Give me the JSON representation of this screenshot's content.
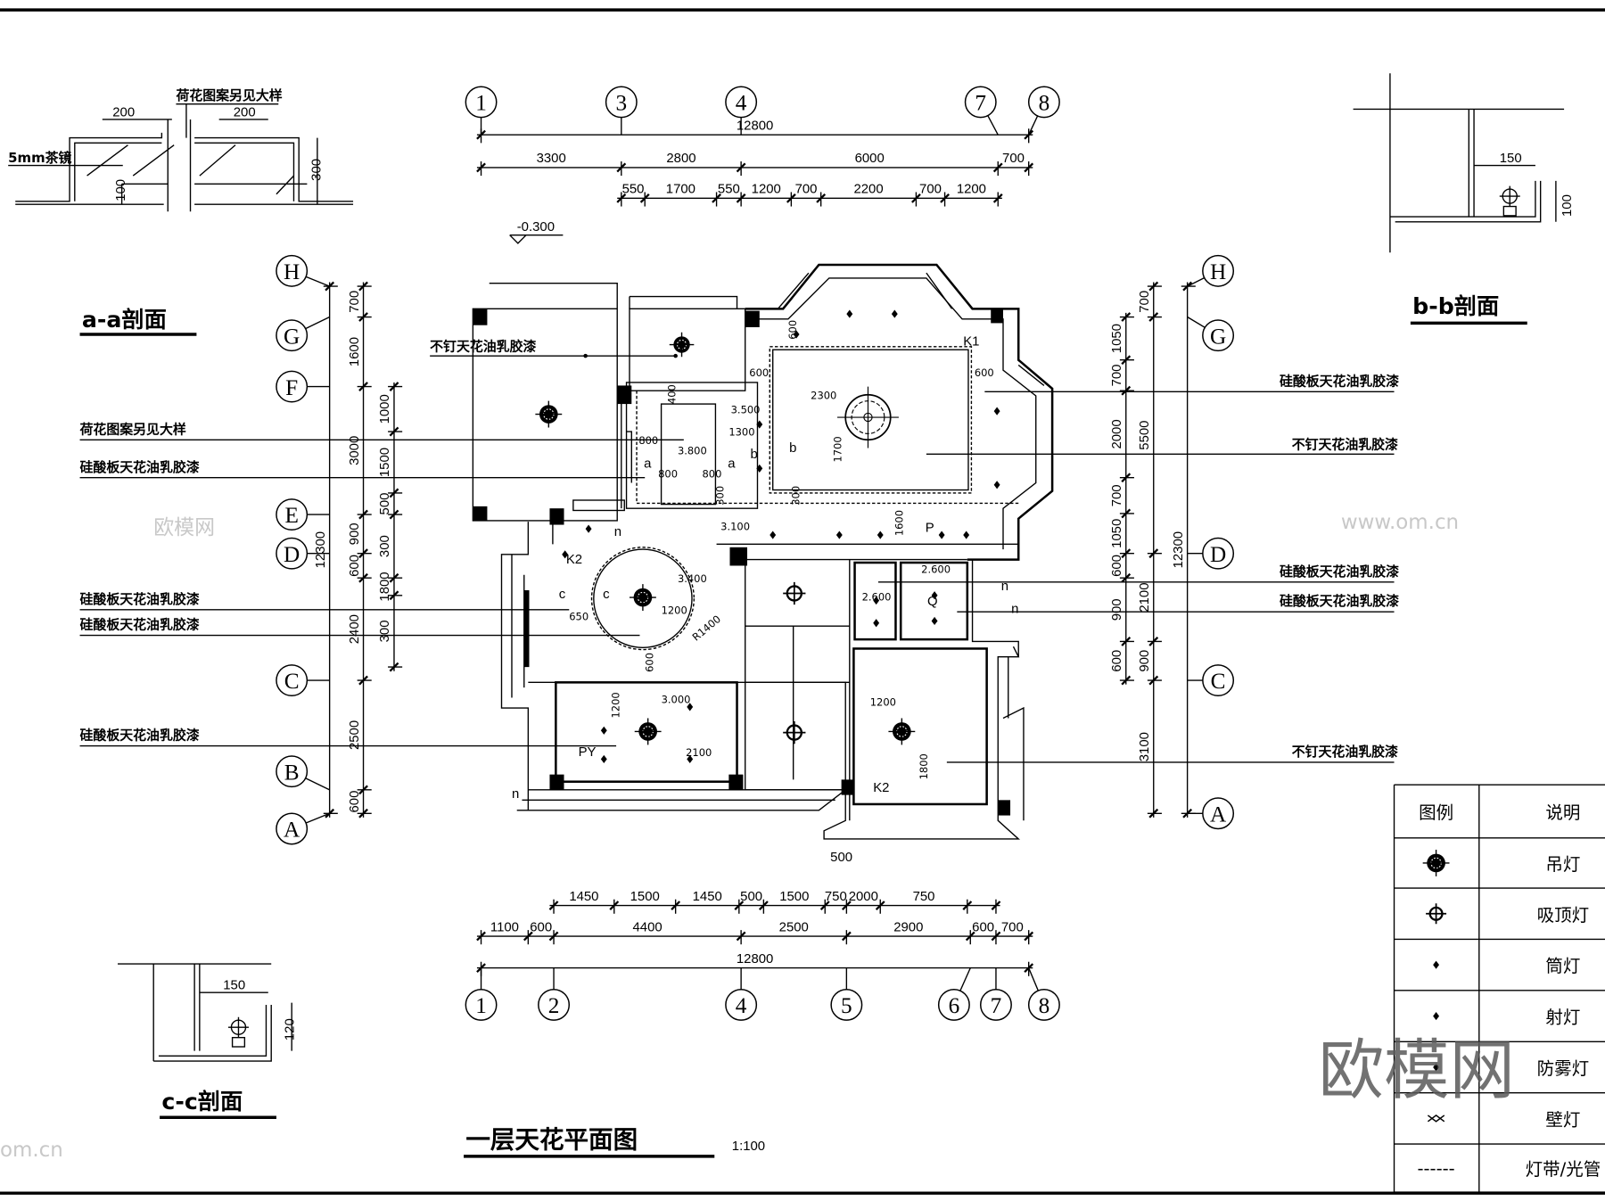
{
  "drawing_title": "一层天花平面图",
  "scale": "1:100",
  "sections": {
    "aa": {
      "title": "a-a剖面",
      "note_top": "荷花图案另见大样",
      "note_left": "5mm茶镜",
      "dims": [
        "200",
        "200",
        "300",
        "100"
      ]
    },
    "bb": {
      "title": "b-b剖面",
      "dims": [
        "150",
        "100"
      ]
    },
    "cc": {
      "title": "c-c剖面",
      "dims": [
        "150",
        "120"
      ]
    }
  },
  "axes": {
    "top": [
      "1",
      "3",
      "4",
      "7",
      "8"
    ],
    "bottom": [
      "1",
      "2",
      "4",
      "5",
      "6",
      "7",
      "8"
    ],
    "left": [
      "H",
      "G",
      "F",
      "E",
      "D",
      "C",
      "B",
      "A"
    ],
    "right": [
      "H",
      "G",
      "D",
      "C",
      "A"
    ]
  },
  "dimensions": {
    "top_total": "12800",
    "top_row2": [
      "3300",
      "2800",
      "6000",
      "700"
    ],
    "top_row3": [
      "550",
      "1700",
      "550",
      "1200",
      "700",
      "2200",
      "700",
      "1200"
    ],
    "bottom_total": "12800",
    "bottom_row2": [
      "1100",
      "600",
      "4400",
      "2500",
      "2900",
      "600",
      "700"
    ],
    "bottom_row3": [
      "1450",
      "1500",
      "1450",
      "500",
      "1500",
      "750",
      "2000",
      "750"
    ],
    "bottom_extra": "500",
    "left_total": "12300",
    "left_row2": [
      "700",
      "1600",
      "3000",
      "900",
      "600",
      "2400",
      "2500",
      "600"
    ],
    "left_row3": [
      "1000",
      "1500",
      "500",
      "300",
      "1800",
      "300"
    ],
    "right_total": "12300",
    "right_row2": [
      "700",
      "5500",
      "2100",
      "900",
      "3100"
    ],
    "right_row3": [
      "1050",
      "700",
      "2000",
      "700",
      "1050",
      "600",
      "900",
      "600"
    ]
  },
  "levels": [
    "-0.300",
    "3.500",
    "3.800",
    "3.100",
    "3.400",
    "2.600",
    "2.600",
    "3.000"
  ],
  "tags": [
    "K1",
    "K2",
    "K2",
    "P",
    "Q",
    "n",
    "n",
    "n",
    "n",
    "PY",
    "a",
    "a",
    "b",
    "b",
    "c",
    "c"
  ],
  "inner_dims": [
    "600",
    "600",
    "600",
    "2300",
    "1700",
    "1300",
    "800",
    "800",
    "800",
    "400",
    "300",
    "300",
    "1600",
    "650",
    "1200",
    "600",
    "1200",
    "2100",
    "1200",
    "1800",
    "R1400"
  ],
  "notes_left": [
    "不钉天花油乳胶漆",
    "荷花图案另见大样",
    "硅酸板天花油乳胶漆",
    "硅酸板天花油乳胶漆",
    "硅酸板天花油乳胶漆",
    "硅酸板天花油乳胶漆"
  ],
  "notes_right": [
    "硅酸板天花油乳胶漆",
    "不钉天花油乳胶漆",
    "硅酸板天花油乳胶漆",
    "硅酸板天花油乳胶漆",
    "不钉天花油乳胶漆"
  ],
  "legend": {
    "header": [
      "图例",
      "说明"
    ],
    "rows": [
      {
        "icon": "pendant-lamp-icon",
        "label": "吊灯"
      },
      {
        "icon": "ceiling-lamp-icon",
        "label": "吸顶灯"
      },
      {
        "icon": "downlight-icon",
        "label": "筒灯"
      },
      {
        "icon": "spotlight-icon",
        "label": "射灯"
      },
      {
        "icon": "fog-lamp-icon",
        "label": "防雾灯"
      },
      {
        "icon": "wall-lamp-icon",
        "label": "壁灯"
      },
      {
        "icon": "light-strip-icon",
        "symbol": "------",
        "label": "灯带/光管"
      }
    ]
  },
  "watermark": "欧模网",
  "watermark_small": [
    "欧模网",
    "www.om.cn",
    "om.cn"
  ]
}
